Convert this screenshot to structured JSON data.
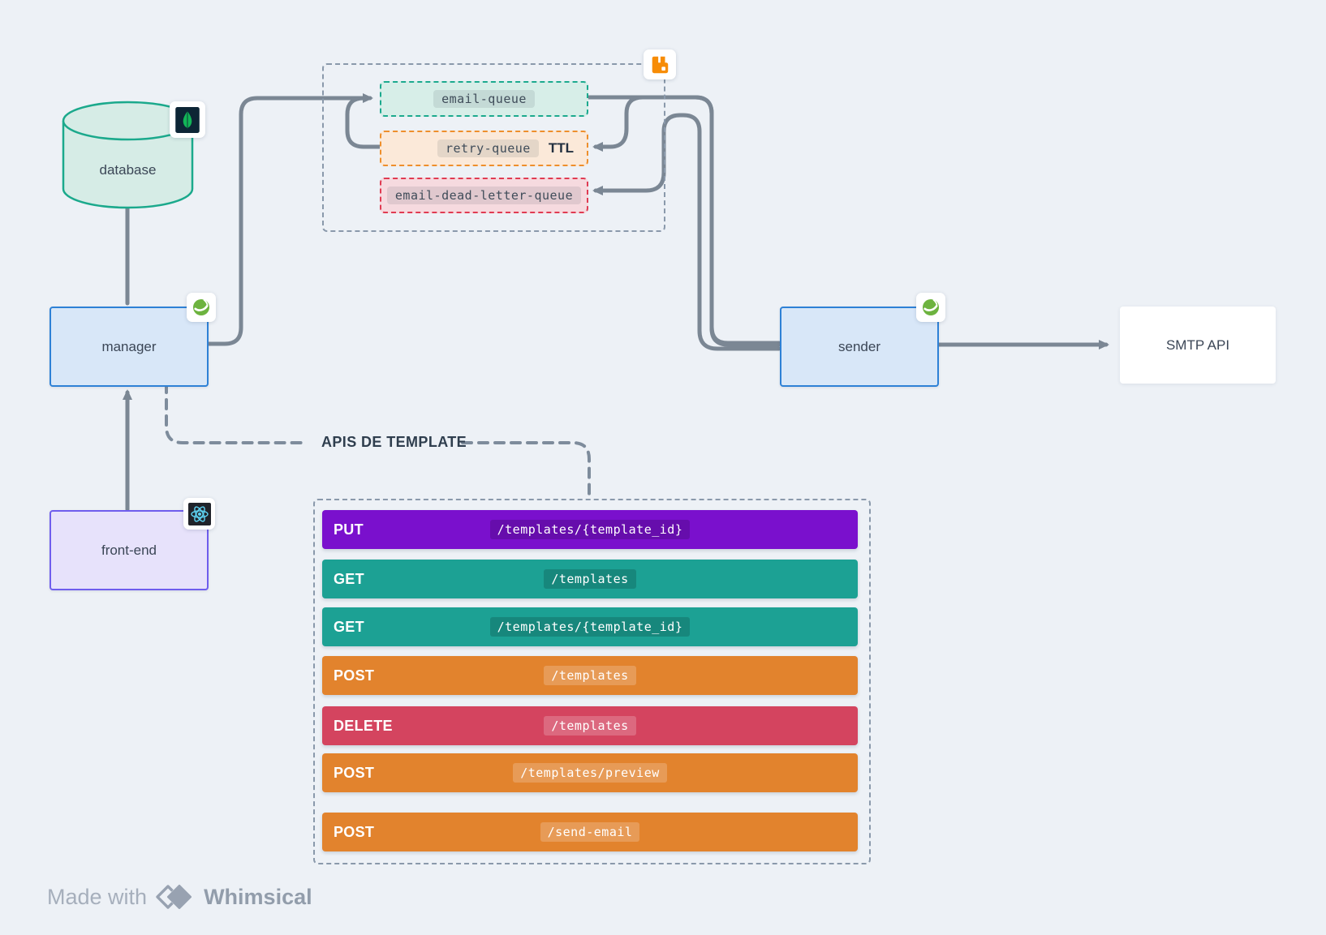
{
  "nodes": {
    "database": {
      "label": "database"
    },
    "manager": {
      "label": "manager"
    },
    "sender": {
      "label": "sender"
    },
    "smtp": {
      "label": "SMTP API"
    },
    "frontend": {
      "label": "front-end"
    }
  },
  "queues": {
    "email": {
      "label": "email-queue"
    },
    "retry": {
      "label": "retry-queue",
      "ttl": "TTL"
    },
    "dead": {
      "label": "email-dead-letter-queue"
    }
  },
  "apis": {
    "title": "APIS DE TEMPLATE",
    "endpoints": [
      {
        "method": "PUT",
        "path": "/templates/{template_id}",
        "color": "#7a10cd"
      },
      {
        "method": "GET",
        "path": "/templates",
        "color": "#1ca194"
      },
      {
        "method": "GET",
        "path": "/templates/{template_id}",
        "color": "#1ca194"
      },
      {
        "method": "POST",
        "path": "/templates",
        "color": "#e2832d"
      },
      {
        "method": "DELETE",
        "path": "/templates",
        "color": "#d4445f"
      },
      {
        "method": "POST",
        "path": "/templates/preview",
        "color": "#e2832d"
      },
      {
        "method": "POST",
        "path": "/send-email",
        "color": "#e2832d"
      }
    ]
  },
  "icons": {
    "database": "mongodb-icon",
    "queue_group": "rabbitmq-icon",
    "manager": "spring-icon",
    "sender": "spring-icon",
    "frontend": "react-icon"
  },
  "colors": {
    "background": "#edf1f6",
    "connector": "#7b8794",
    "queue_email_border": "#1caa8e",
    "queue_retry_border": "#ee8f2c",
    "queue_dead_border": "#e03b52",
    "service_fill": "#d8e7f8",
    "service_border": "#2e81d6",
    "frontend_border": "#6f5ded",
    "database_border": "#1ba98c",
    "mongodb_green": "#12b557",
    "rabbitmq_orange": "#f78c06",
    "spring_green": "#6db33f",
    "react_cyan": "#5ed3f3"
  },
  "footer": {
    "made_with": "Made with",
    "brand": "Whimsical"
  }
}
